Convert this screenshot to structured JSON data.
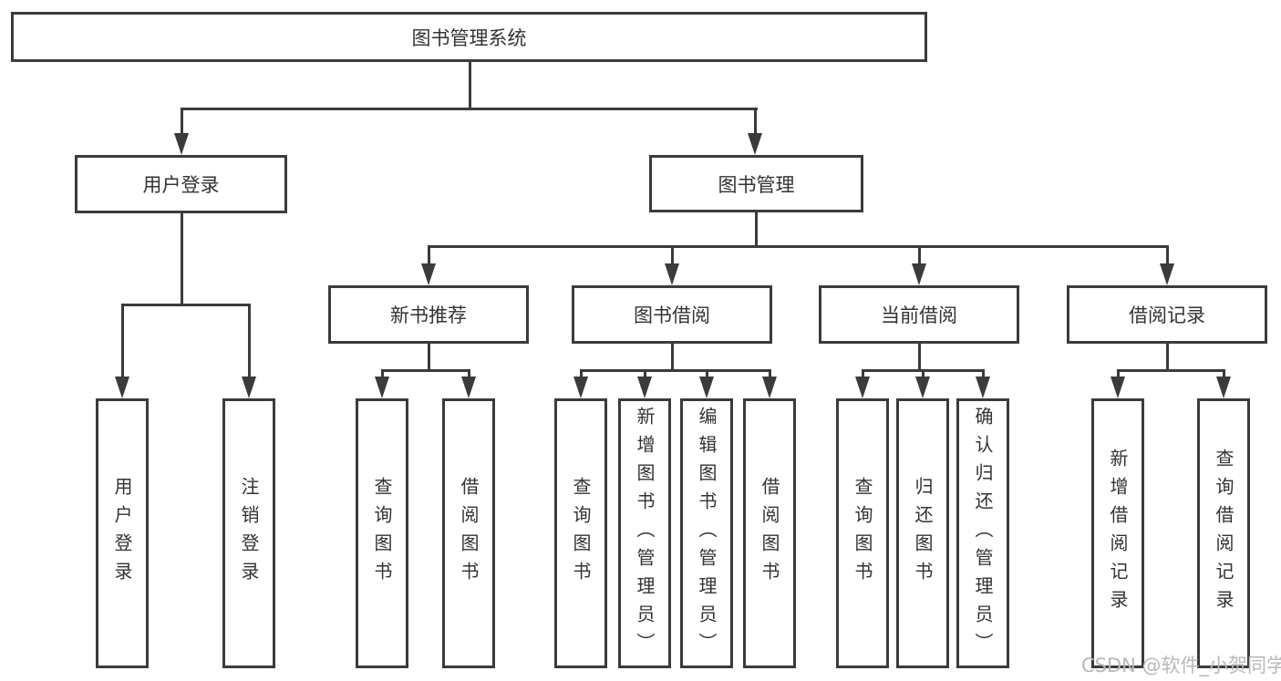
{
  "tree": {
    "label": "图书管理系统",
    "children": [
      {
        "label": "用户登录",
        "children": [
          {
            "label": "用户登录"
          },
          {
            "label": "注销登录"
          }
        ]
      },
      {
        "label": "图书管理",
        "children": [
          {
            "label": "新书推荐",
            "children": [
              {
                "label": "查询图书"
              },
              {
                "label": "借阅图书"
              }
            ]
          },
          {
            "label": "图书借阅",
            "children": [
              {
                "label": "查询图书"
              },
              {
                "label": "新增图书（管理员）"
              },
              {
                "label": "编辑图书（管理员）"
              },
              {
                "label": "借阅图书"
              }
            ]
          },
          {
            "label": "当前借阅",
            "children": [
              {
                "label": "查询图书"
              },
              {
                "label": "归还图书"
              },
              {
                "label": "确认归还（管理员）"
              }
            ]
          },
          {
            "label": "借阅记录",
            "children": [
              {
                "label": "新增借阅记录"
              },
              {
                "label": "查询借阅记录"
              }
            ]
          }
        ]
      }
    ]
  },
  "watermark": "CSDN @软件_小贺同学",
  "colors": {
    "line": "#3b3b3b",
    "text": "#333333",
    "background": "#ffffff",
    "watermark": "#b9b9b9"
  }
}
